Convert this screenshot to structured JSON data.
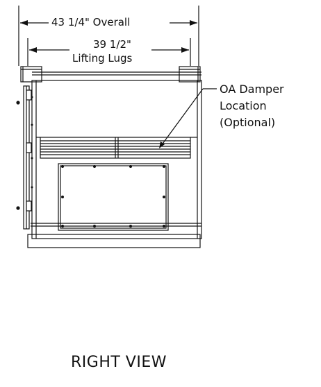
{
  "dimensions": {
    "overall": "43 1/4\" Overall",
    "lifting_lugs_value": "39 1/2\"",
    "lifting_lugs_label": "Lifting Lugs"
  },
  "callout": {
    "line1": "OA Damper",
    "line2": "Location",
    "line3": "(Optional)"
  },
  "view_title": "RIGHT VIEW",
  "colors": {
    "line": "#111111",
    "background": "#ffffff"
  }
}
